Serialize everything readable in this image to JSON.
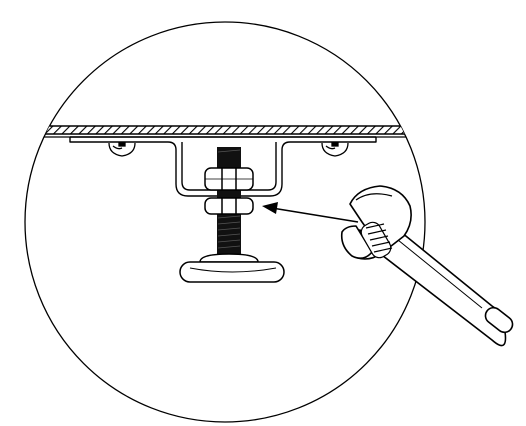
{
  "diagram": {
    "subject": "leveling-foot-adjustment",
    "elements": [
      "detail-circle",
      "cabinet-base-panel",
      "mounting-bracket",
      "mounting-screw-left",
      "mounting-screw-right",
      "threaded-rod",
      "upper-nut",
      "lower-nut",
      "leveling-foot-pad",
      "pointer-arrow",
      "adjustable-wrench"
    ],
    "colors": {
      "line": "#000000",
      "fill": "#ffffff"
    }
  }
}
